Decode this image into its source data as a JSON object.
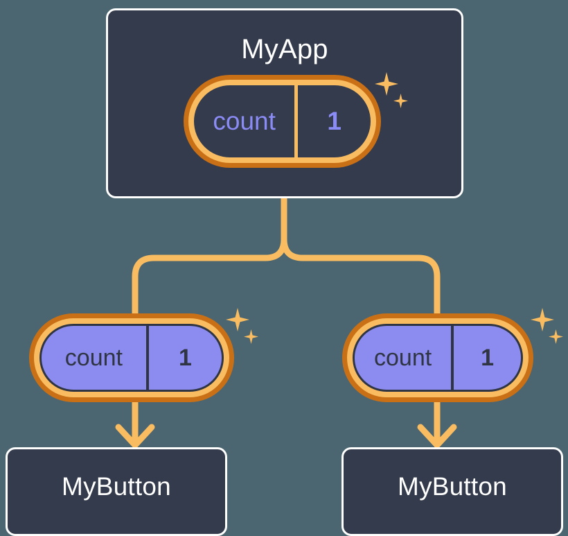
{
  "diagram": {
    "background_color": "#4b6670",
    "accent_light": "#f9bc60",
    "accent_dark": "#c97016",
    "state_fill": "#8b8bf0",
    "card_fill": "#343b4c",
    "card_border": "#ffffff"
  },
  "root": {
    "title": "MyApp",
    "state": {
      "key": "count",
      "value": "1"
    },
    "sparkle_big": "sparkle-icon",
    "sparkle_small": "sparkle-icon"
  },
  "branches": [
    {
      "state": {
        "key": "count",
        "value": "1"
      },
      "child_title": "MyButton",
      "sparkle_big": "sparkle-icon",
      "sparkle_small": "sparkle-icon"
    },
    {
      "state": {
        "key": "count",
        "value": "1"
      },
      "child_title": "MyButton",
      "sparkle_big": "sparkle-icon",
      "sparkle_small": "sparkle-icon"
    }
  ],
  "connectors": {
    "root_to_branches": "fork-connector",
    "branch_to_child_left": "down-arrow",
    "branch_to_child_right": "down-arrow"
  }
}
